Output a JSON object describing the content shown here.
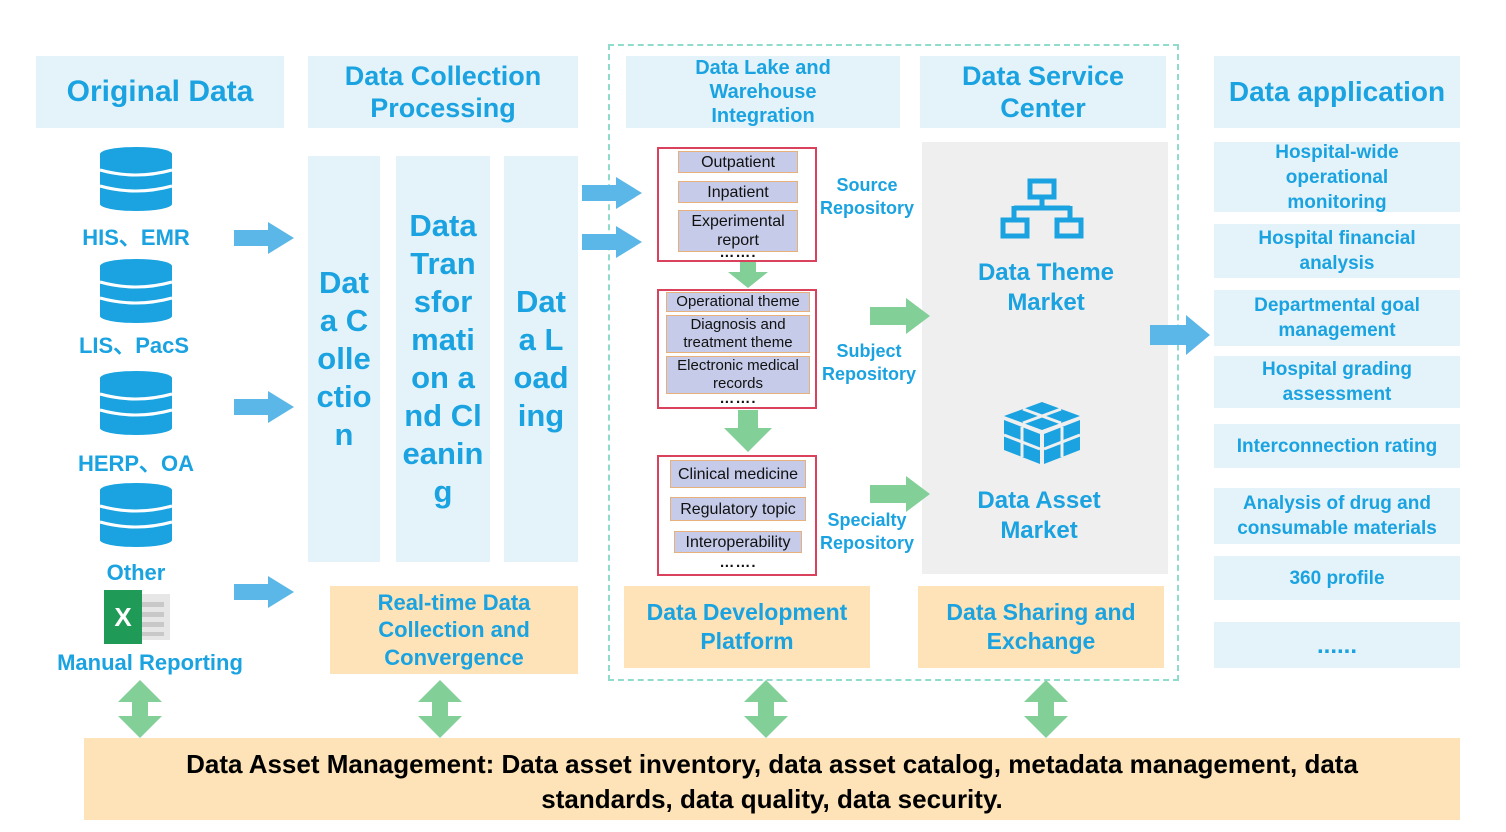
{
  "columns": {
    "original": "Original Data",
    "collection": "Data Collection Processing",
    "lake": "Data Lake and Warehouse Integration",
    "service": "Data Service Center",
    "application": "Data application"
  },
  "sources": [
    "HIS、EMR",
    "LIS、PacS",
    "HERP、OA",
    "Other",
    "Manual Reporting"
  ],
  "processing": [
    "Data Collection",
    "Data Transformation and Cleaning",
    "Data Loading"
  ],
  "realtime": "Real-time Data Collection and Convergence",
  "source_repo": {
    "label": "Source Repository",
    "items": [
      "Outpatient",
      "Inpatient",
      "Experimental report"
    ],
    "more": "……."
  },
  "subject_repo": {
    "label": "Subject Repository",
    "items": [
      "Operational theme",
      "Diagnosis and treatment theme",
      "Electronic medical records"
    ],
    "more": "……."
  },
  "specialty_repo": {
    "label": "Specialty Repository",
    "items": [
      "Clinical medicine",
      "Regulatory topic",
      "Interoperability"
    ],
    "more": "……."
  },
  "dev_platform": "Data Development Platform",
  "theme_market": "Data Theme Market",
  "asset_market": "Data Asset Market",
  "sharing": "Data Sharing and Exchange",
  "applications": [
    "Hospital-wide operational monitoring",
    "Hospital financial analysis",
    "Departmental goal management",
    "Hospital grading assessment",
    "Interconnection rating",
    "Analysis of drug and consumable materials",
    "360 profile",
    "......"
  ],
  "asset_management": "Data Asset Management: Data asset inventory, data asset catalog, metadata management, data standards, data quality, data security.",
  "icons": [
    "database-icon",
    "excel-icon",
    "org-chart-icon",
    "cube-icon"
  ],
  "colors": {
    "accent_blue": "#1aa3e0",
    "panel_blue": "#e4f3fa",
    "orange": "#fde3b7",
    "green_arrow": "#82cf98",
    "repo_border": "#d9415c",
    "dashed": "#8fdccd"
  }
}
